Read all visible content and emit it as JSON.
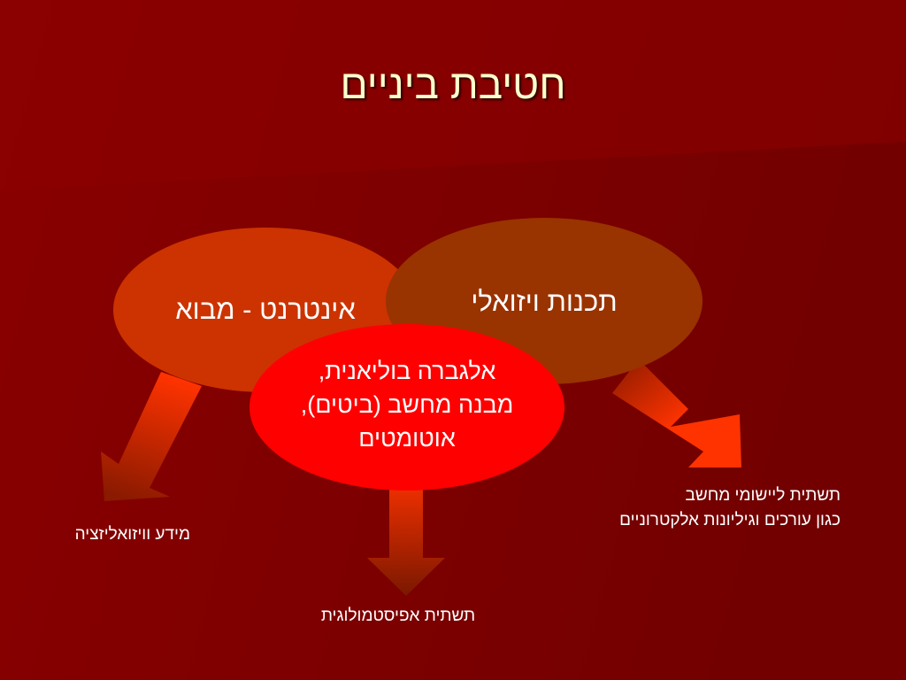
{
  "slide": {
    "title": "חטיבת ביניים"
  },
  "ellipses": {
    "internet": {
      "label": "אינטרנט - מבוא"
    },
    "visual_programming": {
      "label": "תכנות ויזואלי"
    },
    "center": {
      "line1": "אלגברה בוליאנית,",
      "line2": "מבנה מחשב (ביטים),",
      "line3": "אוטומטים"
    }
  },
  "captions": {
    "right_line1": "תשתית ליישומי מחשב",
    "right_line2": "כגון עורכים וגיליונות אלקטרוניים",
    "left": "מידע וויזואליזציה",
    "bottom": "תשתית אפיסטמולוגית"
  },
  "colors": {
    "background": "#760000",
    "internet_ellipse": "#cc3300",
    "visual_ellipse": "#993300",
    "center_ellipse": "#ff0000",
    "title_text": "#ffffcc",
    "arrow": "#ff3300"
  }
}
